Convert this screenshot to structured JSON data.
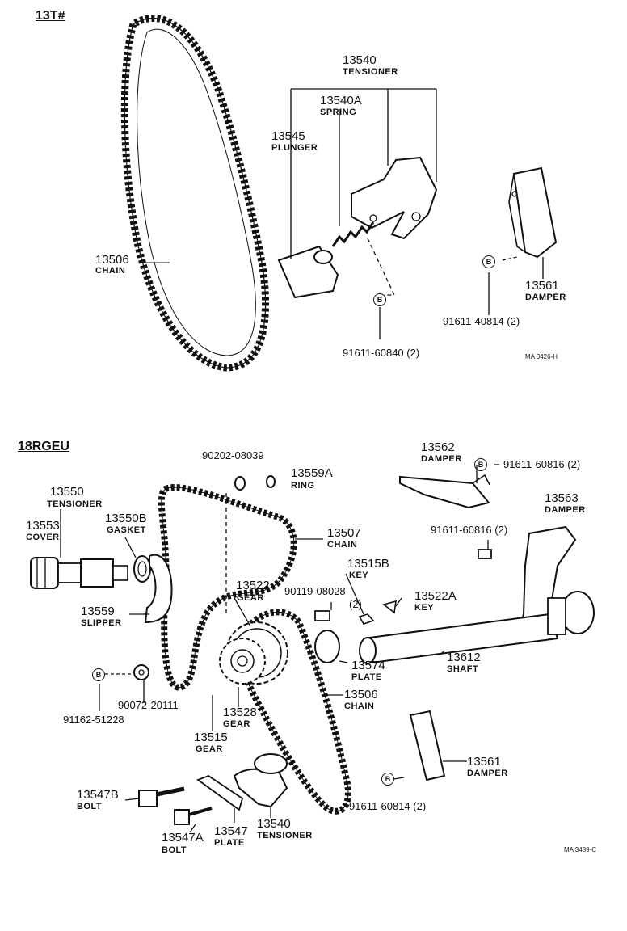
{
  "sections": {
    "top": "13T#",
    "bottom": "18RGEU"
  },
  "marks": {
    "top": "MA 0426-H",
    "bottom": "MA 3489-C"
  },
  "bolt_symbol": "B",
  "top_parts": {
    "tensioner": {
      "num": "13540",
      "name": "TENSIONER"
    },
    "spring": {
      "num": "13540A",
      "name": "SPRING"
    },
    "plunger": {
      "num": "13545",
      "name": "PLUNGER"
    },
    "chain": {
      "num": "13506",
      "name": "CHAIN"
    },
    "damper": {
      "num": "13561",
      "name": "DAMPER"
    },
    "bolt_damper": "91611-40814 (2)",
    "bolt_tensioner": "91611-60840 (2)"
  },
  "bottom_parts": {
    "washer_top": "90202-08039",
    "ring": {
      "num": "13559A",
      "name": "RING"
    },
    "damper_top": {
      "num": "13562",
      "name": "DAMPER"
    },
    "bolt_damper_top": "91611-60816 (2)",
    "tensioner": {
      "num": "13550",
      "name": "TENSIONER"
    },
    "cover": {
      "num": "13553",
      "name": "COVER"
    },
    "gasket": {
      "num": "13550B",
      "name": "GASKET"
    },
    "chain_upper": {
      "num": "13507",
      "name": "CHAIN"
    },
    "damper_right": {
      "num": "13563",
      "name": "DAMPER"
    },
    "bolt_damper_right": "91611-60816 (2)",
    "key_b": {
      "num": "13515B",
      "name": "KEY"
    },
    "gear_22": {
      "num": "13522",
      "name": "GEAR"
    },
    "bolt_90119": "90119-08028",
    "bolt_90119_qty": "(2)",
    "key_a": {
      "num": "13522A",
      "name": "KEY"
    },
    "slipper": {
      "num": "13559",
      "name": "SLIPPER"
    },
    "shaft": {
      "num": "13612",
      "name": "SHAFT"
    },
    "plate_74": {
      "num": "13574",
      "name": "PLATE"
    },
    "chain_lower": {
      "num": "13506",
      "name": "CHAIN"
    },
    "washer_90072": "90072-20111",
    "bolt_91162": "91162-51228",
    "gear_28": {
      "num": "13528",
      "name": "GEAR"
    },
    "gear_15": {
      "num": "13515",
      "name": "GEAR"
    },
    "damper_lower": {
      "num": "13561",
      "name": "DAMPER"
    },
    "bolt_damper_lower": "91611-60814 (2)",
    "bolt_47b": {
      "num": "13547B",
      "name": "BOLT"
    },
    "bolt_47a": {
      "num": "13547A",
      "name": "BOLT"
    },
    "plate_47": {
      "num": "13547",
      "name": "PLATE"
    },
    "tensioner_40": {
      "num": "13540",
      "name": "TENSIONER"
    }
  }
}
